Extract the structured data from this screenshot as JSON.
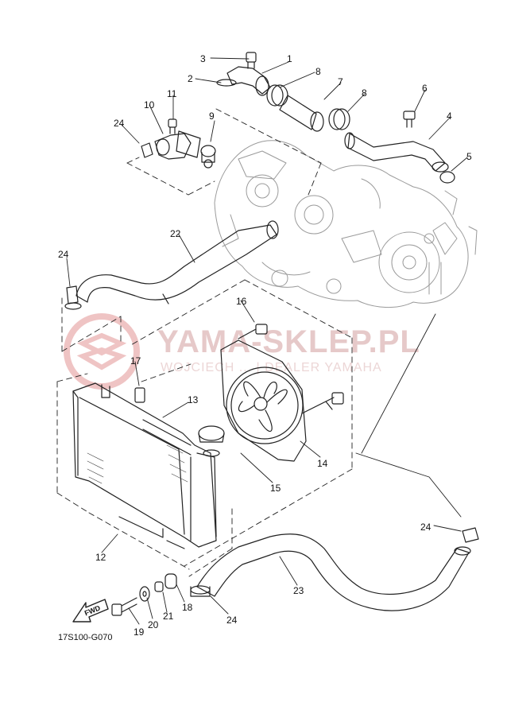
{
  "diagram_code": "17S100-G070",
  "fwd_label": "FWD",
  "watermark": {
    "title": "YAMA-SKLEP.PL",
    "subtitle": "WOJCIECH ... | DEALER YAMAHA"
  },
  "callouts": [
    "1",
    "2",
    "3",
    "4",
    "5",
    "6",
    "7",
    "8",
    "8",
    "9",
    "10",
    "11",
    "12",
    "13",
    "14",
    "15",
    "16",
    "17",
    "18",
    "19",
    "20",
    "21",
    "22",
    "23",
    "24",
    "24",
    "24",
    "24"
  ],
  "colors": {
    "line": "#222222",
    "watermark": "#e6c9c9"
  }
}
